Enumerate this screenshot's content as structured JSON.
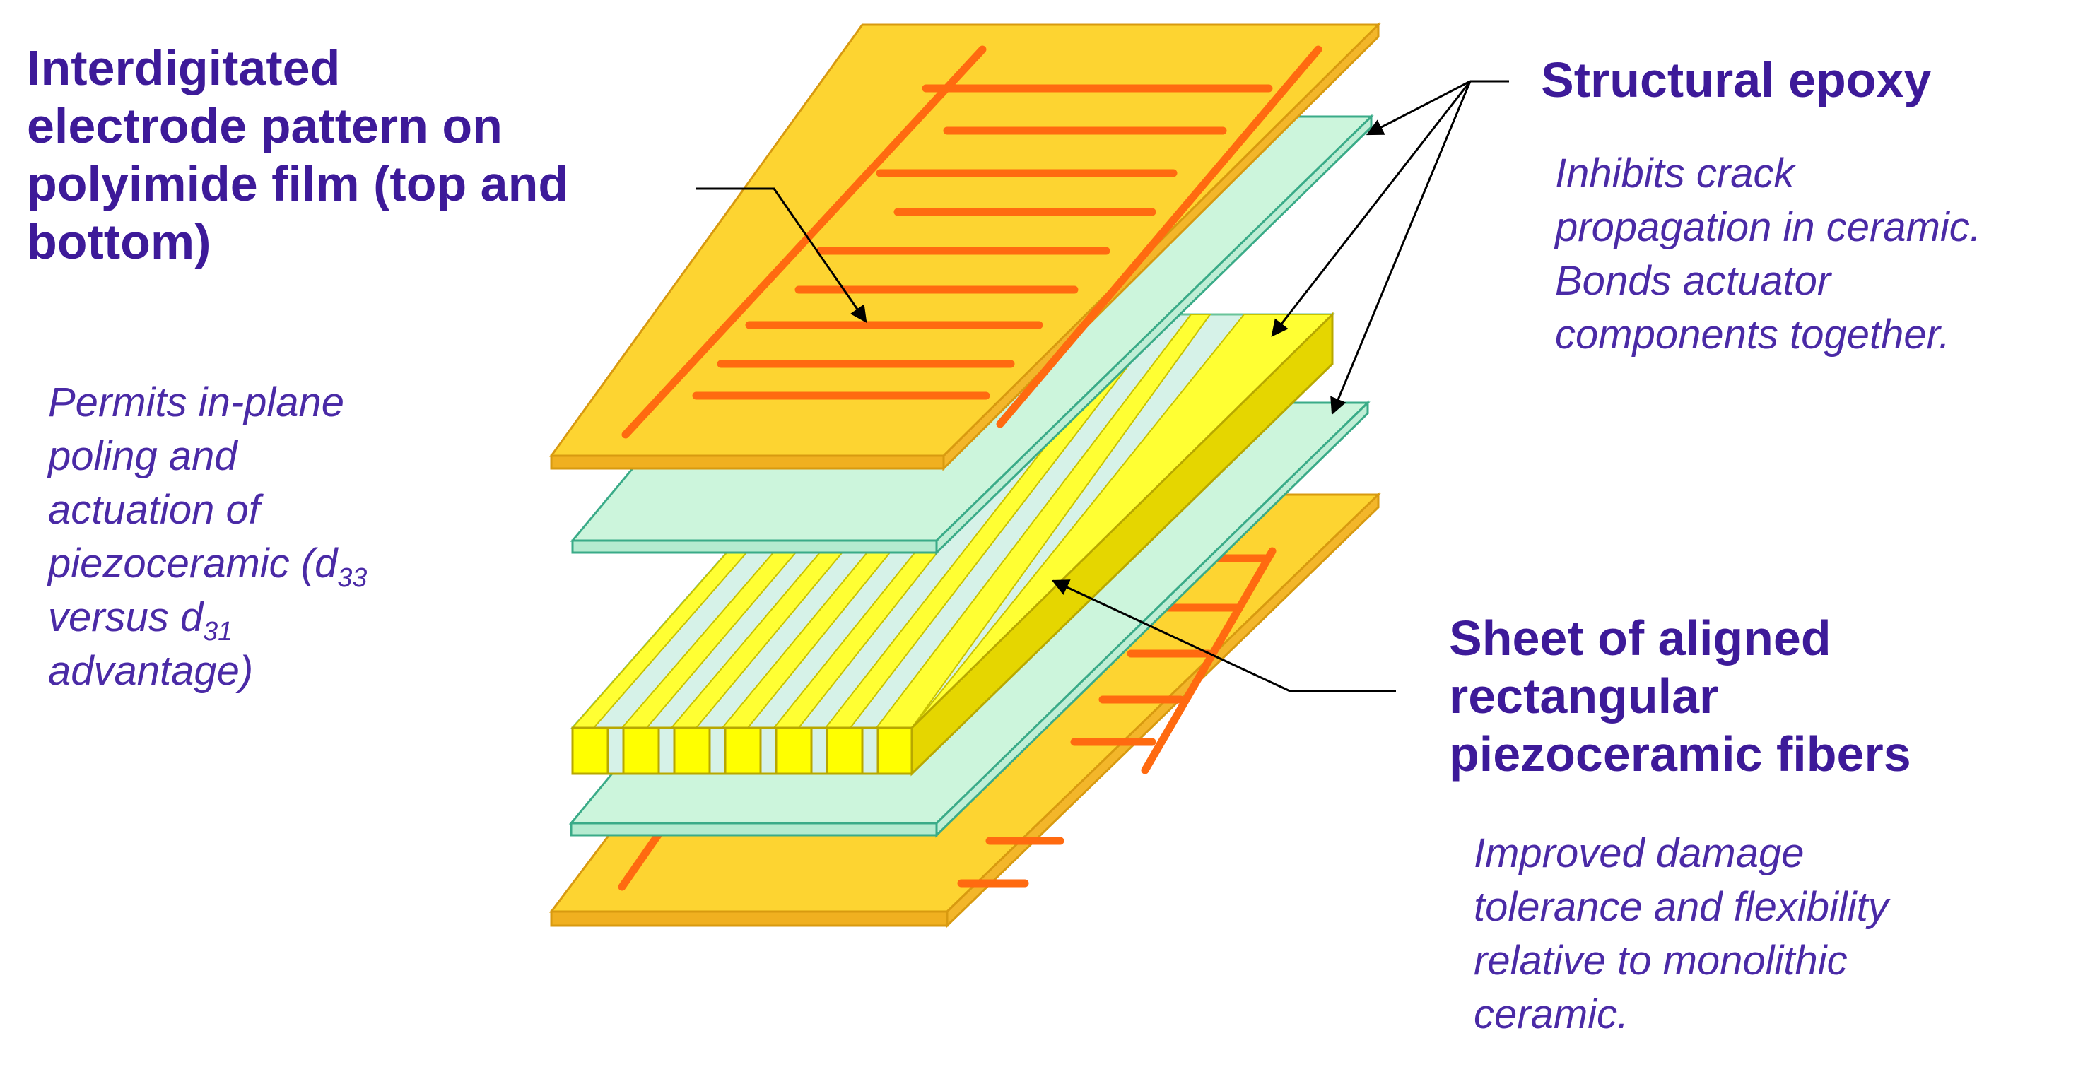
{
  "labels": {
    "electrode": {
      "title_lines": [
        "Interdigitated",
        "electrode pattern on",
        "polyimide film (top and",
        "bottom)"
      ],
      "desc_lines": [
        "Permits in-plane",
        "poling and",
        "actuation of"
      ],
      "desc_line4_text": "piezoceramic (d",
      "desc_line4_sub": "33",
      "desc_line5_text": "versus d",
      "desc_line5_sub": "31",
      "desc_line6": "advantage)"
    },
    "epoxy": {
      "title": "Structural epoxy",
      "desc_lines": [
        "Inhibits crack",
        "propagation in ceramic.",
        "Bonds actuator",
        "components together."
      ]
    },
    "fibers": {
      "title_lines": [
        "Sheet of aligned",
        "rectangular",
        "piezoceramic  fibers"
      ],
      "desc_lines": [
        "Improved damage",
        "tolerance and flexibility",
        "relative to monolithic",
        "ceramic."
      ]
    }
  },
  "colors": {
    "text": "#3d1a99",
    "electrode_film": "#fdd431",
    "electrode_film_edge": "#e0a020",
    "electrode_trace": "#ff6a10",
    "epoxy": "#ccf5dc",
    "epoxy_edge": "#3aab88",
    "fiber_yellow": "#ffff33",
    "fiber_side": "#e5d600",
    "fiber_gap": "#d6f2e8",
    "arrow": "#000000"
  }
}
